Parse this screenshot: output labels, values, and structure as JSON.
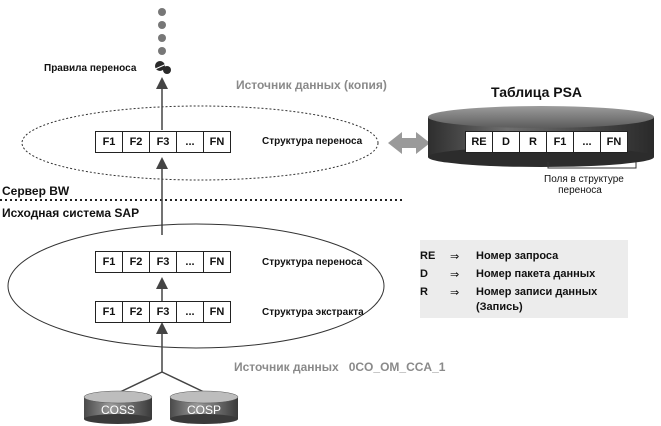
{
  "diagram": {
    "transfer_rules_label": "Правила переноса",
    "data_source_copy_label": "Источник данных (копия)",
    "psa_table_title": "Таблица PSA",
    "bw_server_label": "Сервер BW",
    "sap_source_system_label": "Исходная система SAP",
    "fields_in_structure_label_line1": "Поля в структуре",
    "fields_in_structure_label_line2": "переноса",
    "data_source_label": "Источник данных",
    "data_source_name": "0CO_OM_CCA_1",
    "transfer_structure_label": "Структура переноса",
    "extract_structure_label": "Структура экстракта",
    "structure_fields": [
      "F1",
      "F2",
      "F3",
      "...",
      "FN"
    ],
    "psa_fields": [
      "RE",
      "D",
      "R",
      "F1",
      "...",
      "FN"
    ],
    "tables": [
      "COSS",
      "COSP"
    ]
  },
  "legend": {
    "items": [
      {
        "abbr": "RE",
        "arrow": "⇒",
        "desc": "Номер запроса"
      },
      {
        "abbr": "D",
        "arrow": "⇒",
        "desc": "Номер пакета данных"
      },
      {
        "abbr": "R",
        "arrow": "⇒",
        "desc": "Номер записи данных"
      }
    ],
    "note": "(Запись)"
  },
  "colors": {
    "arrow": "#444444",
    "ellipse_stroke": "#333333",
    "double_arrow": "#9a9a9a",
    "psa_dark": "#3c3c3c",
    "legend_bg": "#ececec"
  }
}
